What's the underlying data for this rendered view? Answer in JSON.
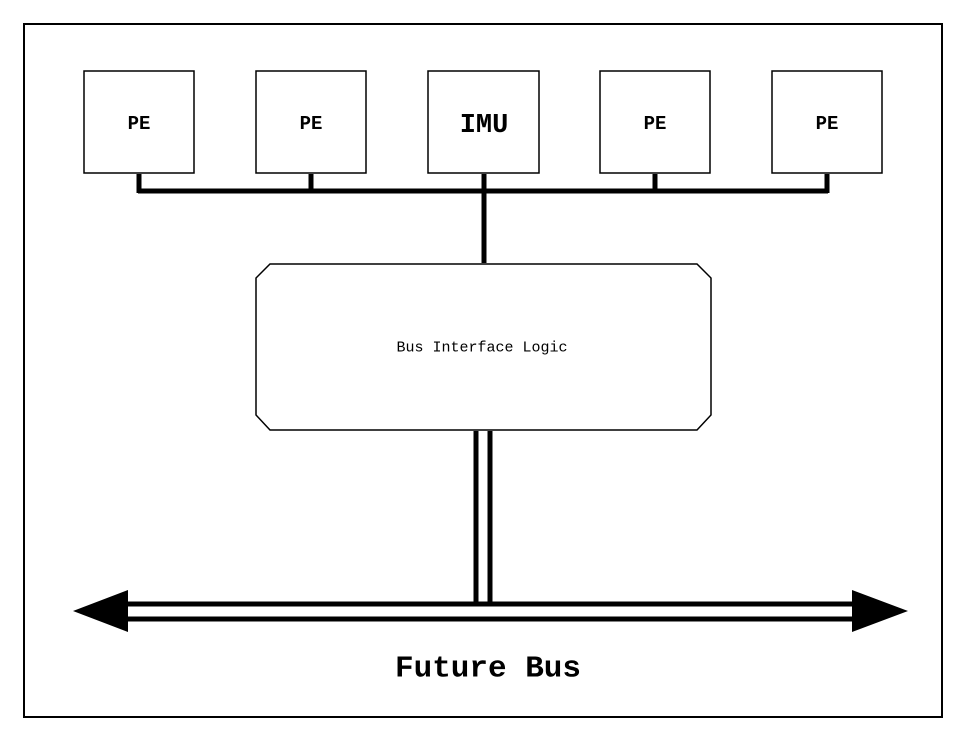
{
  "diagram": {
    "nodes": [
      {
        "id": "pe1",
        "label": "PE"
      },
      {
        "id": "pe2",
        "label": "PE"
      },
      {
        "id": "imu",
        "label": "IMU"
      },
      {
        "id": "pe3",
        "label": "PE"
      },
      {
        "id": "pe4",
        "label": "PE"
      }
    ],
    "interface": {
      "label": "Bus Interface Logic"
    },
    "bus": {
      "label": "Future Bus",
      "direction": "bidirectional"
    },
    "edges": [
      {
        "from": "pe1",
        "to": "local-bus"
      },
      {
        "from": "pe2",
        "to": "local-bus"
      },
      {
        "from": "imu",
        "to": "local-bus"
      },
      {
        "from": "pe3",
        "to": "local-bus"
      },
      {
        "from": "pe4",
        "to": "local-bus"
      },
      {
        "from": "local-bus",
        "to": "bus-interface-logic"
      },
      {
        "from": "bus-interface-logic",
        "to": "future-bus"
      }
    ]
  }
}
